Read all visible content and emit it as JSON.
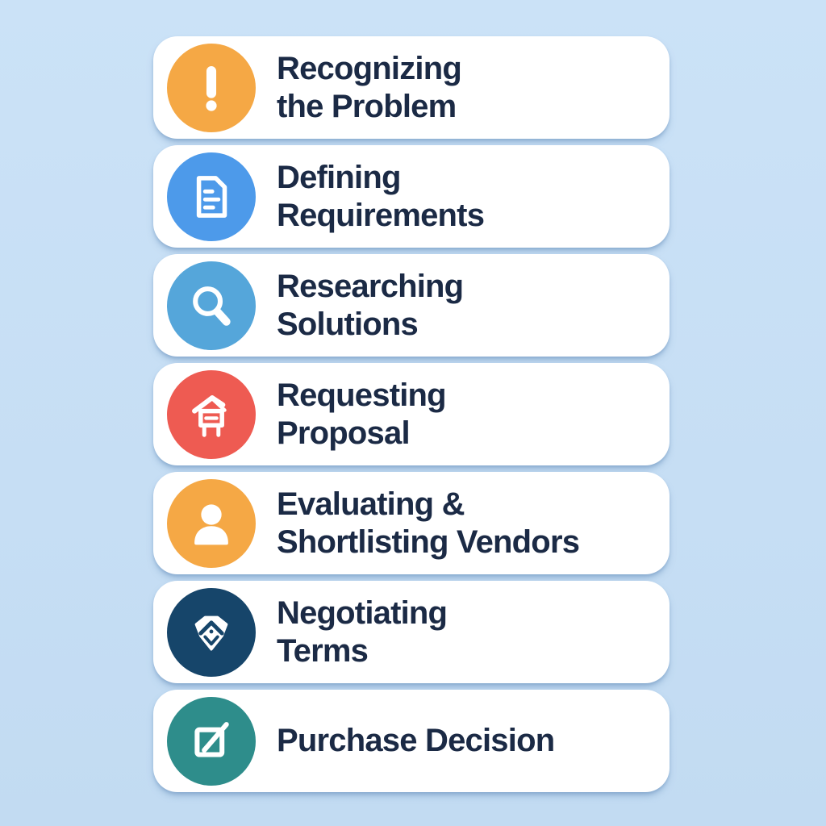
{
  "page": {
    "background_color": "#C8E0F6",
    "card_color": "#FFFFFF",
    "text_color": "#1B2A45"
  },
  "cards": [
    {
      "icon": "alert-icon",
      "icon_bg": "#F5A845",
      "line1": "Recognizing",
      "line2": "the Problem"
    },
    {
      "icon": "document-icon",
      "icon_bg": "#4D9AEA",
      "line1": "Defining",
      "line2": "Requirements"
    },
    {
      "icon": "search-icon",
      "icon_bg": "#55A6DA",
      "line1": "Researching",
      "line2": "Solutions"
    },
    {
      "icon": "easel-pencil-icon",
      "icon_bg": "#EE5B52",
      "line1": "Requesting",
      "line2": "Proposal"
    },
    {
      "icon": "person-icon",
      "icon_bg": "#F5A845",
      "line1": "Evaluating &",
      "line2": "Shortlisting Vendors"
    },
    {
      "icon": "handshake-icon",
      "icon_bg": "#16456A",
      "line1": "Negotiating",
      "line2": "Terms"
    },
    {
      "icon": "edit-square-icon",
      "icon_bg": "#2E8D8B",
      "line1": "Purchase Decision",
      "line2": ""
    }
  ]
}
